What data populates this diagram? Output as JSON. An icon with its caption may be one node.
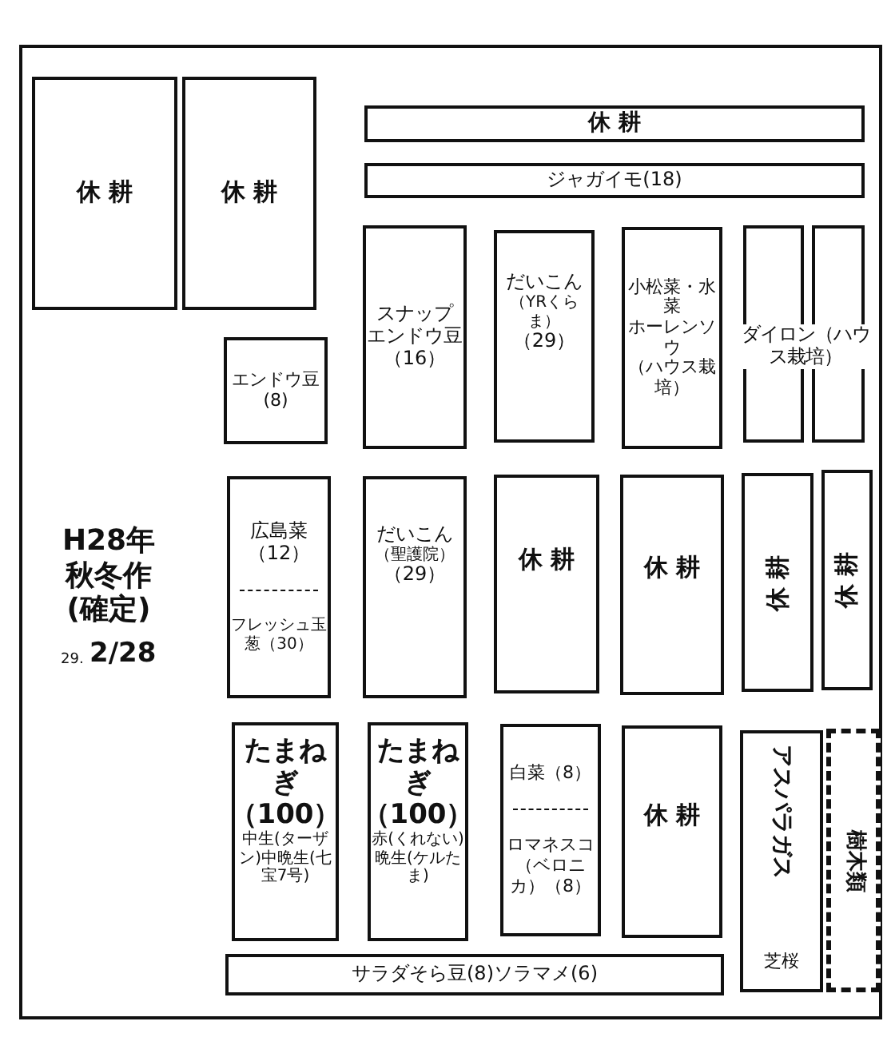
{
  "diagram": {
    "title": "H28年秋冬作(確定)",
    "nodes": [
      {
        "text": [
          "休 耕"
        ]
      },
      {
        "text": [
          "休 耕"
        ]
      },
      {
        "text": [
          "休 耕"
        ]
      },
      {
        "text": [
          "ジャガイモ(18)"
        ]
      },
      {
        "text": [
          "エンドウ豆(8)"
        ]
      },
      {
        "text": [
          "スナップ",
          "エンドウ豆",
          "（16）"
        ]
      },
      {
        "text": [
          "だいこん",
          "（YRくらま）",
          "（29）"
        ]
      },
      {
        "text": [
          "小松菜・水菜",
          "ホーレンソウ",
          "（ハウス栽培）"
        ]
      },
      {
        "text": [],
        "shape": "box"
      },
      {
        "text": [],
        "shape": "box"
      },
      {
        "text": [
          "広島菜（12）",
          "フレッシュ玉葱（30）"
        ]
      },
      {
        "text": [
          "だいこん",
          "（聖護院）",
          "（29）"
        ]
      },
      {
        "text": [
          "休 耕"
        ]
      },
      {
        "text": [
          "休 耕"
        ]
      },
      {
        "text": [
          "休 耕"
        ]
      },
      {
        "text": [
          "休 耕"
        ]
      },
      {
        "text": [
          "たまねぎ",
          "（100）",
          "中生(ターザン)中晩生(七宝7号)"
        ]
      },
      {
        "text": [
          "たまねぎ",
          "（100）",
          "赤(くれない)晩生(ケルたま)"
        ]
      },
      {
        "text": [
          "白菜（8）",
          "ロマネスコ（ベロニカ）（8）"
        ]
      },
      {
        "text": [
          "休 耕"
        ]
      },
      {
        "text": [
          "サラダそら豆(8)ソラマメ(6)"
        ]
      },
      {
        "text": [
          "アスパラガス",
          "芝桜"
        ]
      },
      {
        "text": [
          "樹木類"
        ]
      }
    ],
    "labels": [
      "ダイロン（ハウス栽培）",
      "29.",
      "2/28"
    ]
  }
}
